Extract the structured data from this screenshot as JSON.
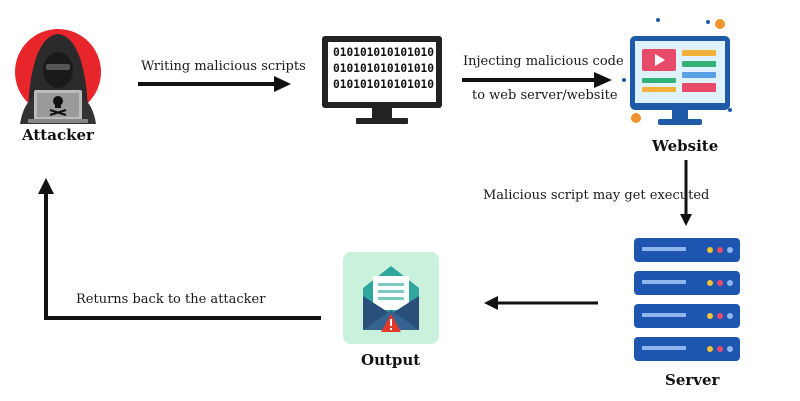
{
  "nodes": {
    "attacker": "Attacker",
    "website": "Website",
    "server": "Server",
    "output": "Output"
  },
  "binary_lines": [
    "010101010101010",
    "010101010101010",
    "010101010101010"
  ],
  "edges": {
    "writing": "Writing malicious scripts",
    "injecting_line1": "Injecting malicious code",
    "injecting_line2": "to web server/website",
    "executed": "Malicious script may get executed",
    "returns": "Returns back to the attacker"
  },
  "colors": {
    "attacker_red": "#e8252b",
    "monitor_dark": "#222222",
    "website_blue": "#1e5aa8",
    "server_blue": "#1d55b0",
    "output_bg": "#c9f1dc",
    "envelope_teal": "#2fa6a0",
    "warning_red": "#e23a2a",
    "orange_dot": "#f2922a"
  },
  "icons": {
    "attacker": "hooded-hacker-icon",
    "code_monitor": "binary-code-monitor-icon",
    "website": "website-monitor-icon",
    "server": "server-rack-icon",
    "output": "warning-envelope-icon"
  }
}
